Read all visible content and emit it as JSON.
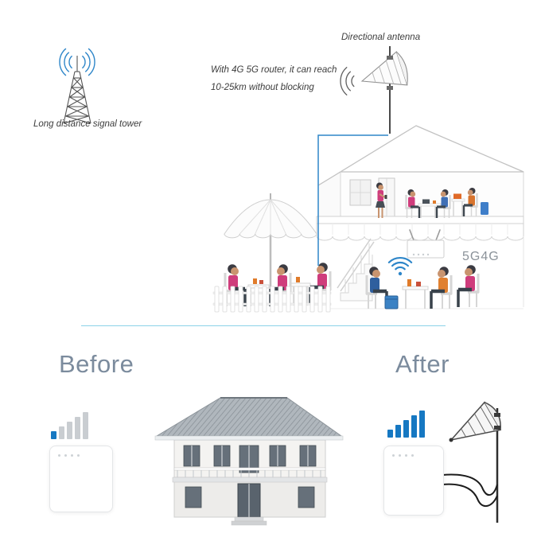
{
  "top_scene": {
    "tower_label": "Long distance signal tower",
    "antenna_label": "Directional antenna",
    "note_line1": "With 4G 5G router, it can reach",
    "note_line2": "10-25km without blocking",
    "router_badge": "5G4G"
  },
  "comparison": {
    "before": {
      "label": "Before",
      "signal": {
        "bars": 5,
        "active": 1
      }
    },
    "after": {
      "label": "After",
      "signal": {
        "bars": 5,
        "active": 5
      }
    }
  },
  "icons": {
    "tower": "signal-tower-icon",
    "antenna": "directional-antenna-icon",
    "wifi": "wifi-waves-icon",
    "signal": "signal-bars-icon"
  },
  "colors": {
    "accent": "#2e86c9",
    "signal_on": "#1678c2",
    "signal_off": "#c9cdd1",
    "divider": "#8bd3e8",
    "heading": "#7b8b9d",
    "note_text": "#3c3c3c",
    "badge": "#8b9299"
  }
}
